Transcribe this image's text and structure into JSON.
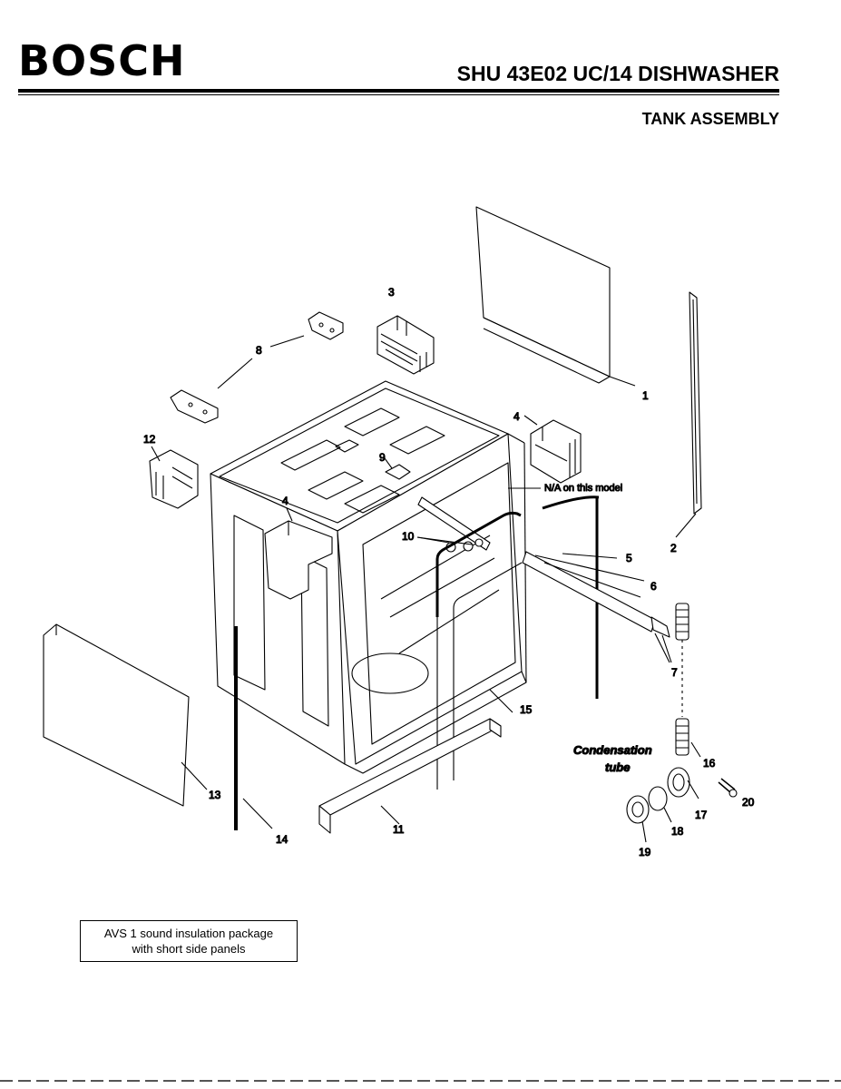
{
  "header": {
    "brand": "BOSCH",
    "model_title": "SHU 43E02 UC/14 DISHWASHER",
    "section_title": "TANK ASSEMBLY"
  },
  "callouts": {
    "p1": "1",
    "p2": "2",
    "p3": "3",
    "p4a": "4",
    "p4b": "4",
    "p5": "5",
    "p6": "6",
    "p7": "7",
    "p8": "8",
    "p9": "9",
    "p10": "10",
    "p11": "11",
    "p12": "12",
    "p13": "13",
    "p14": "14",
    "p15": "15",
    "p16": "16",
    "p17": "17",
    "p18": "18",
    "p19": "19",
    "p20": "20"
  },
  "notes": {
    "na_model": "N/A on this model",
    "condensation_line1": "Condensation",
    "condensation_line2": "tube"
  },
  "package_box": {
    "line1": "AVS 1 sound insulation package",
    "line2": "with short side panels"
  }
}
